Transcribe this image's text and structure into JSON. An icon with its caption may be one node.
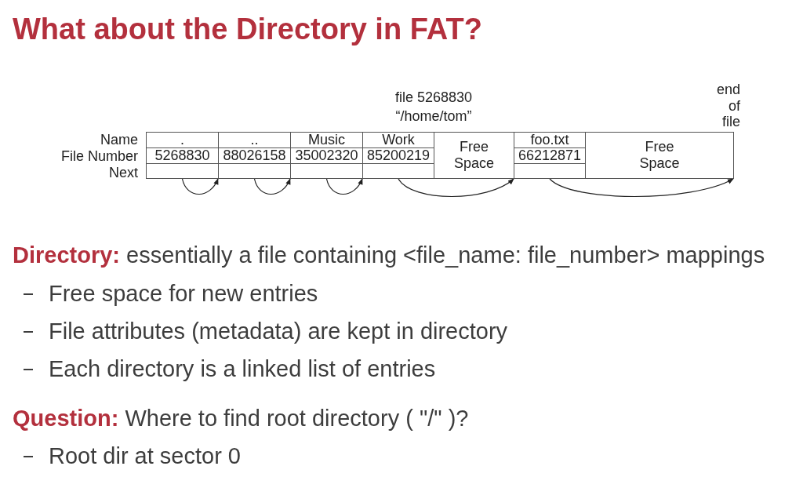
{
  "diagram": {
    "title": "What about the Directory in FAT?",
    "nodes": [
      {
        "text": [
          ".",
          "5268830"
        ]
      },
      {
        "text": [
          "..",
          "88026158"
        ]
      },
      {
        "text": [
          "Music",
          "35002320"
        ]
      },
      {
        "text": [
          "Work",
          "85200219"
        ]
      },
      {
        "text": [
          "Free Space"
        ]
      },
      {
        "text": [
          "foo.txt",
          "66212871"
        ]
      },
      {
        "text": [
          "Free Space"
        ]
      }
    ],
    "edges": [
      {
        "from": 0,
        "to": 1,
        "arrow": "to"
      },
      {
        "from": 1,
        "to": 2,
        "arrow": "to"
      },
      {
        "from": 2,
        "to": 3,
        "arrow": "to"
      },
      {
        "from": 3,
        "to": 5,
        "arrow": "to"
      },
      {
        "from": 5,
        "to": 6,
        "arrow": "to"
      }
    ],
    "labels": [
      "file 5268830 “/home/tom”",
      "end of file",
      "Name",
      "File Number",
      "Next",
      "**Directory:** essentially a file containing <file_name: file_number> mappings",
      "Free space for new entries",
      "File attributes (metadata) are kept in directory",
      "Each directory is a linked list of entries",
      "**Question:** Where to find root directory ( \"/\" )?",
      "Root dir at sector 0"
    ]
  }
}
